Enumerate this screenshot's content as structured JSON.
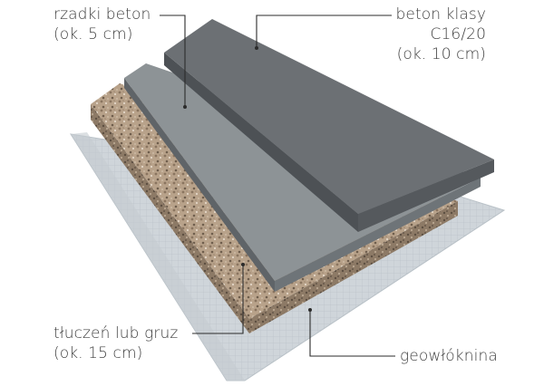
{
  "diagram": {
    "labels": {
      "thin_concrete": {
        "line1": "rzadki beton",
        "line2": "(ok. 5 cm)"
      },
      "concrete_class": {
        "line1": "beton klasy",
        "line2": "C16/20",
        "line3": "(ok. 10 cm)"
      },
      "crushed_stone": {
        "line1": "tłuczeń lub gruz",
        "line2": "(ok. 15 cm)"
      },
      "geotextile": {
        "line1": "geowłóknina"
      }
    },
    "colors": {
      "geotextile": "#cdd3d8",
      "gravel": "#b59f86",
      "thin_concrete": "#8e9497",
      "concrete_top": "#6d7175",
      "concrete_side": "#4f5357",
      "leader": "#2b2b2b"
    }
  }
}
